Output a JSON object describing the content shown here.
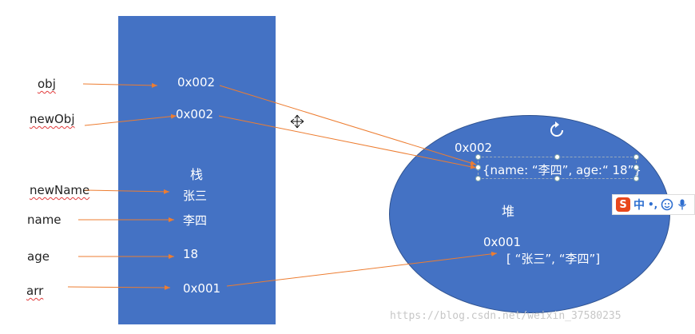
{
  "labels": {
    "obj": "obj",
    "newObj": "newObj",
    "newName": "newName",
    "name": "name",
    "age": "age",
    "arr": "arr"
  },
  "stack": {
    "title": "栈",
    "values": {
      "obj": "0x002",
      "newObj": "0x002",
      "newName": "张三",
      "name": "李四",
      "age": "18",
      "arr": "0x001"
    }
  },
  "heap": {
    "title": "堆",
    "object_address": "0x002",
    "object_value": "{name: “李四”, age:“ 18”}",
    "array_address": "0x001",
    "array_value": "[ “张三”, “李四”]"
  },
  "ime_toolbar": {
    "logo": "S",
    "mode": "中",
    "punct": "•,"
  },
  "watermark": "https://blog.csdn.net/weixin_37580235",
  "colors": {
    "block": "#4472c4",
    "arrow": "#ed7d31",
    "ime_logo": "#e8471c"
  }
}
